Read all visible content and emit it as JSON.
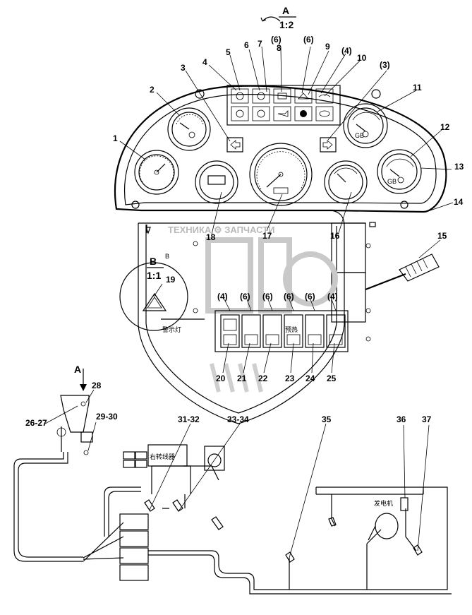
{
  "view_label": {
    "letter": "A",
    "scale": "1:2"
  },
  "detail_label": {
    "letter": "B",
    "scale": "1:1",
    "letter_b2": "B"
  },
  "watermark": "ТЕХНИКА ⚙ ЗАПЧАСТИ",
  "arrow_label": "A",
  "chinese_labels": {
    "hazard": "警示灯",
    "preheat": "预热",
    "module": "右转线器",
    "generator": "发电机"
  },
  "callouts": [
    {
      "id": "c1",
      "text": "1"
    },
    {
      "id": "c2",
      "text": "2"
    },
    {
      "id": "c3",
      "text": "3"
    },
    {
      "id": "c4",
      "text": "4"
    },
    {
      "id": "c5",
      "text": "5"
    },
    {
      "id": "c6",
      "text": "6"
    },
    {
      "id": "c7",
      "text": "7"
    },
    {
      "id": "c8q",
      "text": "(6)"
    },
    {
      "id": "c8",
      "text": "8"
    },
    {
      "id": "c9q",
      "text": "(6)"
    },
    {
      "id": "c9",
      "text": "9"
    },
    {
      "id": "c10q",
      "text": "(4)"
    },
    {
      "id": "c10",
      "text": "10"
    },
    {
      "id": "c3q",
      "text": "(3)"
    },
    {
      "id": "c11",
      "text": "11"
    },
    {
      "id": "c12",
      "text": "12"
    },
    {
      "id": "c13",
      "text": "13"
    },
    {
      "id": "c14",
      "text": "14"
    },
    {
      "id": "c15",
      "text": "15"
    },
    {
      "id": "c16",
      "text": "16"
    },
    {
      "id": "c17",
      "text": "17"
    },
    {
      "id": "c18",
      "text": "18"
    },
    {
      "id": "c19",
      "text": "19"
    },
    {
      "id": "s1",
      "text": "(4)"
    },
    {
      "id": "s2",
      "text": "(6)"
    },
    {
      "id": "s3",
      "text": "(6)"
    },
    {
      "id": "s4",
      "text": "(6)"
    },
    {
      "id": "s5",
      "text": "(6)"
    },
    {
      "id": "s6",
      "text": "(4)"
    },
    {
      "id": "c20",
      "text": "20"
    },
    {
      "id": "c21",
      "text": "21"
    },
    {
      "id": "c22",
      "text": "22"
    },
    {
      "id": "c23",
      "text": "23"
    },
    {
      "id": "c24",
      "text": "24"
    },
    {
      "id": "c25",
      "text": "25"
    },
    {
      "id": "c28",
      "text": "28"
    },
    {
      "id": "c2627",
      "text": "26-27"
    },
    {
      "id": "c2930",
      "text": "29-30"
    },
    {
      "id": "c3132",
      "text": "31-32"
    },
    {
      "id": "c3334",
      "text": "33-34"
    },
    {
      "id": "c35",
      "text": "35"
    },
    {
      "id": "c36",
      "text": "36"
    },
    {
      "id": "c37",
      "text": "37"
    }
  ]
}
